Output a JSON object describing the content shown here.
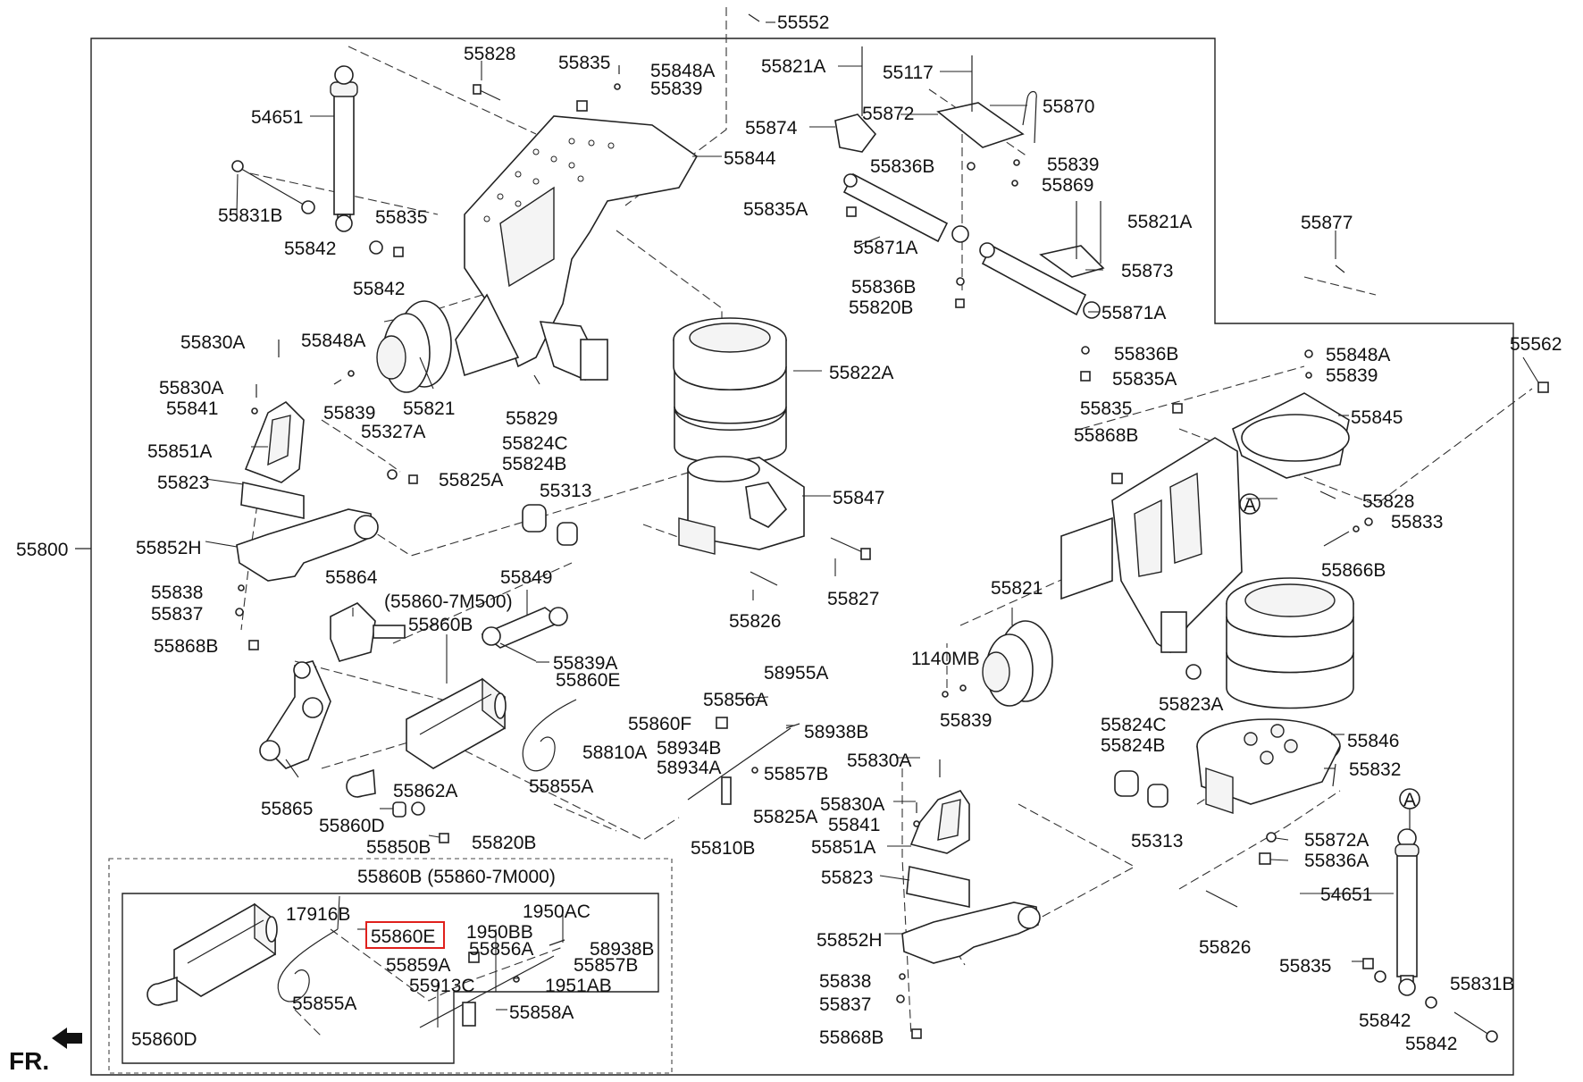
{
  "assembly": {
    "part_no": "55800"
  },
  "direction": {
    "label": "FR."
  },
  "callouts": {
    "ref_a": "A"
  },
  "highlight": {
    "color": "#e0201c",
    "part": "55860E"
  },
  "subassembly": {
    "title": "55860B (55860-7M000)"
  },
  "labels": {
    "p55552": "55552",
    "p55828": "55828",
    "p55835_top": "55835",
    "p55848A_top": "55848A",
    "p55839_top": "55839",
    "p55821A_top": "55821A",
    "p55117": "55117",
    "p55870": "55870",
    "p54651_left": "54651",
    "p55844": "55844",
    "p55874": "55874",
    "p55872": "55872",
    "p55836B_a": "55836B",
    "p55839_r": "55839",
    "p55869": "55869",
    "p55831B_left": "55831B",
    "p55835_l": "55835",
    "p55835A_a": "55835A",
    "p55821A_r": "55821A",
    "p55877": "55877",
    "p55842_a": "55842",
    "p55871A_a": "55871A",
    "p55873": "55873",
    "p55842_b": "55842",
    "p55836B_b": "55836B",
    "p55820B_a": "55820B",
    "p55871A_b": "55871A",
    "p55830A_a": "55830A",
    "p55848A_m": "55848A",
    "p55836B_c": "55836B",
    "p55562": "55562",
    "p55848A_r": "55848A",
    "p55822A": "55822A",
    "p55830A_b": "55830A",
    "p55835A_b": "55835A",
    "p55839_r2": "55839",
    "p55841_l": "55841",
    "p55839_m": "55839",
    "p55821_l": "55821",
    "p55829": "55829",
    "p55835_r": "55835",
    "p55845": "55845",
    "p55327A": "55327A",
    "p55868B_r": "55868B",
    "p55851A_l": "55851A",
    "p55824C_a": "55824C",
    "p55824B_a": "55824B",
    "p55823_l": "55823",
    "p55825A_a": "55825A",
    "p55313_a": "55313",
    "p55847": "55847",
    "p55828_r": "55828",
    "p55833": "55833",
    "p55800": "55800",
    "p55852H_l": "55852H",
    "p55866B": "55866B",
    "p55838_l": "55838",
    "p55826_a": "55826",
    "p55827": "55827",
    "p55864": "55864",
    "p55849": "55849",
    "p55821_r": "55821",
    "p55837_l": "55837",
    "p55860_7M500": "(55860-7M500)",
    "p55860B": "55860B",
    "p55868B_l": "55868B",
    "p55839A": "55839A",
    "p1140MB": "1140MB",
    "p55860E_main": "55860E",
    "p58955A": "58955A",
    "p55823A": "55823A",
    "p55856A_main": "55856A",
    "p55839_b": "55839",
    "p55860F": "55860F",
    "p58938B_main": "58938B",
    "p55824C_b": "55824C",
    "p55846": "55846",
    "p58810A": "58810A",
    "p58934B": "58934B",
    "p55824B_b": "55824B",
    "p58934A": "58934A",
    "p55830A_c": "55830A",
    "p55857B_main": "55857B",
    "p55832": "55832",
    "p55862A": "55862A",
    "p55855A_main": "55855A",
    "p55865": "55865",
    "p55830A_d": "55830A",
    "p55825A_b": "55825A",
    "p55841_b": "55841",
    "p55860D_main": "55860D",
    "p55872A": "55872A",
    "p55810B": "55810B",
    "p55850B": "55850B",
    "p55820B_b": "55820B",
    "p55313_b": "55313",
    "p55851A_b": "55851A",
    "p55836A": "55836A",
    "p55823_b": "55823",
    "p54651_right": "54651",
    "p17916B": "17916B",
    "p1950AC": "1950AC",
    "p55860E_sub": "55860E",
    "p1950BB": "1950BB",
    "p55852H_b": "55852H",
    "p55856A_sub": "55856A",
    "p58938B_sub": "58938B",
    "p55826_b": "55826",
    "p55859A": "55859A",
    "p55857B_sub": "55857B",
    "p55913C": "55913C",
    "p1951AB": "1951AB",
    "p55838_b": "55838",
    "p55835_b": "55835",
    "p55831B_right": "55831B",
    "p55855A_sub": "55855A",
    "p55858A": "55858A",
    "p55837_b": "55837",
    "p55842_c": "55842",
    "p55868B_b": "55868B",
    "p55842_d": "55842",
    "p55860D_sub": "55860D"
  }
}
